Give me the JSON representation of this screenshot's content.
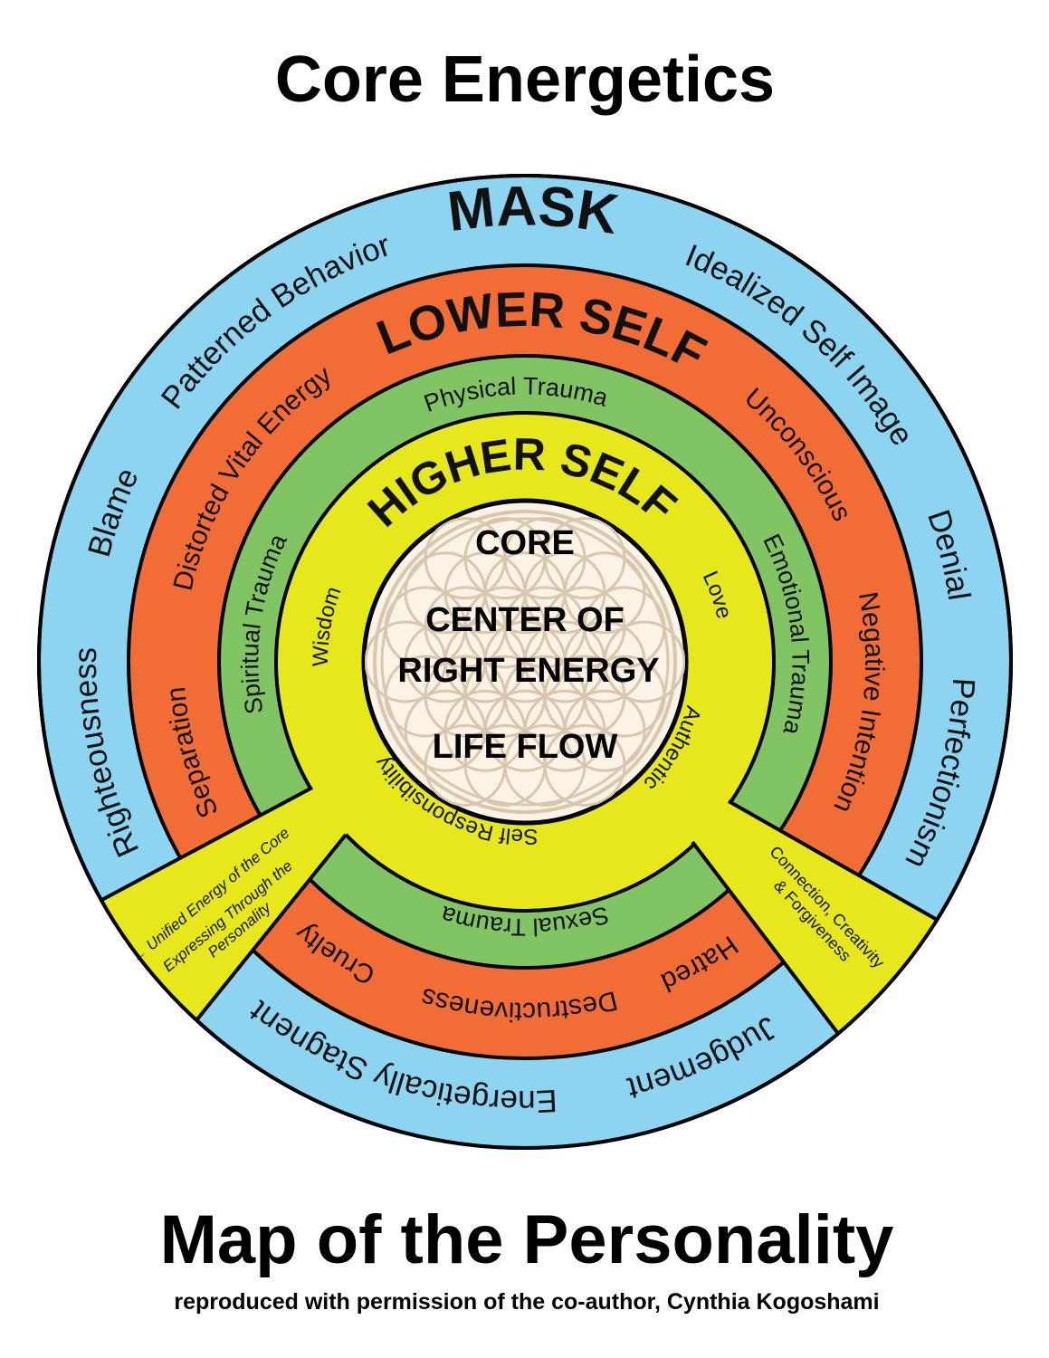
{
  "title": "Core Energetics",
  "footer": {
    "title": "Map of the Personality",
    "credit": "reproduced with permission of the co-author, Cynthia Kogoshami"
  },
  "colors": {
    "mask": "#8dd4f1",
    "lower_self": "#f26d36",
    "trauma": "#80c463",
    "higher_self": "#e7e81c",
    "core": "#fbf3e6",
    "pattern": "#d9c6ad"
  },
  "mask": {
    "heading": "MASK",
    "items": [
      "Patterned Behavior",
      "Idealized Self Image",
      "Blame",
      "Denial",
      "Righteousness",
      "Perfectionism",
      "Energetically Stagnent",
      "Judgement"
    ]
  },
  "lower_self": {
    "heading": "LOWER SELF",
    "items": [
      "Distorted Vital Energy",
      "Unconscious",
      "Separation",
      "Negative Intention",
      "Cruelty",
      "Destructiveness",
      "Hatred"
    ]
  },
  "trauma": {
    "items": [
      "Physical Trauma",
      "Spiritual Trauma",
      "Emotional Trauma",
      "Sexual Trauma"
    ]
  },
  "higher_self": {
    "heading": "HIGHER SELF",
    "items": [
      "Wisdom",
      "Love",
      "Authenticity",
      "Self Responsibility"
    ]
  },
  "core": {
    "lines": [
      "CORE",
      "CENTER OF",
      "RIGHT ENERGY",
      "LIFE FLOW"
    ]
  },
  "channels": {
    "left": [
      "← Unified Energy of the Core",
      "Expressing Through the",
      "Personality"
    ],
    "right": [
      "Connection, Creativity",
      "& Forgiveness"
    ]
  }
}
